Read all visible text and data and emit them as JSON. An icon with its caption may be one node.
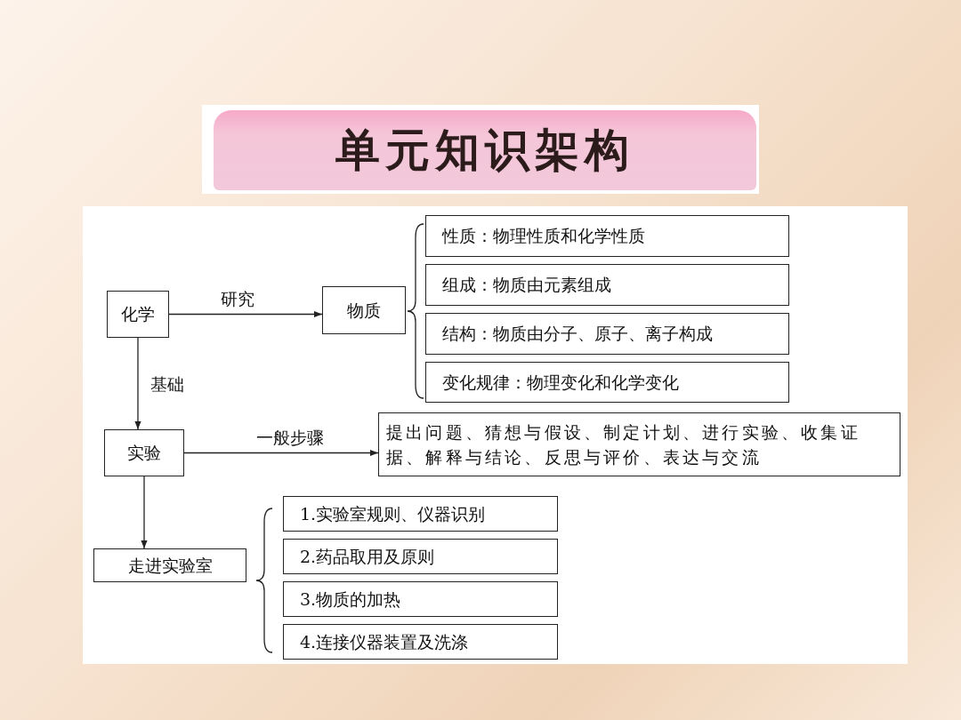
{
  "diagram": {
    "title": "单元知识架构",
    "nodes": [
      {
        "text": [
          "化学"
        ]
      },
      {
        "text": [
          "物质"
        ]
      },
      {
        "text": [
          "性质：物理性质和化学性质"
        ]
      },
      {
        "text": [
          "组成：物质由元素组成"
        ]
      },
      {
        "text": [
          "结构：物质由分子、原子、离子构成"
        ]
      },
      {
        "text": [
          "变化规律：物理变化和化学变化"
        ]
      },
      {
        "text": [
          "实验"
        ]
      },
      {
        "text": [
          "提出问题、猜想与假设、制定计划、进行实验、收集证据、解释与结论、反思与评价、表达与交流"
        ]
      },
      {
        "text": [
          "走进实验室"
        ]
      },
      {
        "text": [
          "1.实验室规则、仪器识别"
        ]
      },
      {
        "text": [
          "2.药品取用及原则"
        ]
      },
      {
        "text": [
          "3.物质的加热"
        ]
      },
      {
        "text": [
          "4.连接仪器装置及洗涤"
        ]
      }
    ],
    "edges": [
      {
        "from": 0,
        "to": 1,
        "arrow": "to",
        "label": "研究"
      },
      {
        "from": 0,
        "to": 6,
        "arrow": "to",
        "label": "基础"
      },
      {
        "from": 6,
        "to": 7,
        "arrow": "to",
        "label": "一般步骤"
      },
      {
        "from": 6,
        "to": 8,
        "arrow": "to"
      }
    ]
  }
}
